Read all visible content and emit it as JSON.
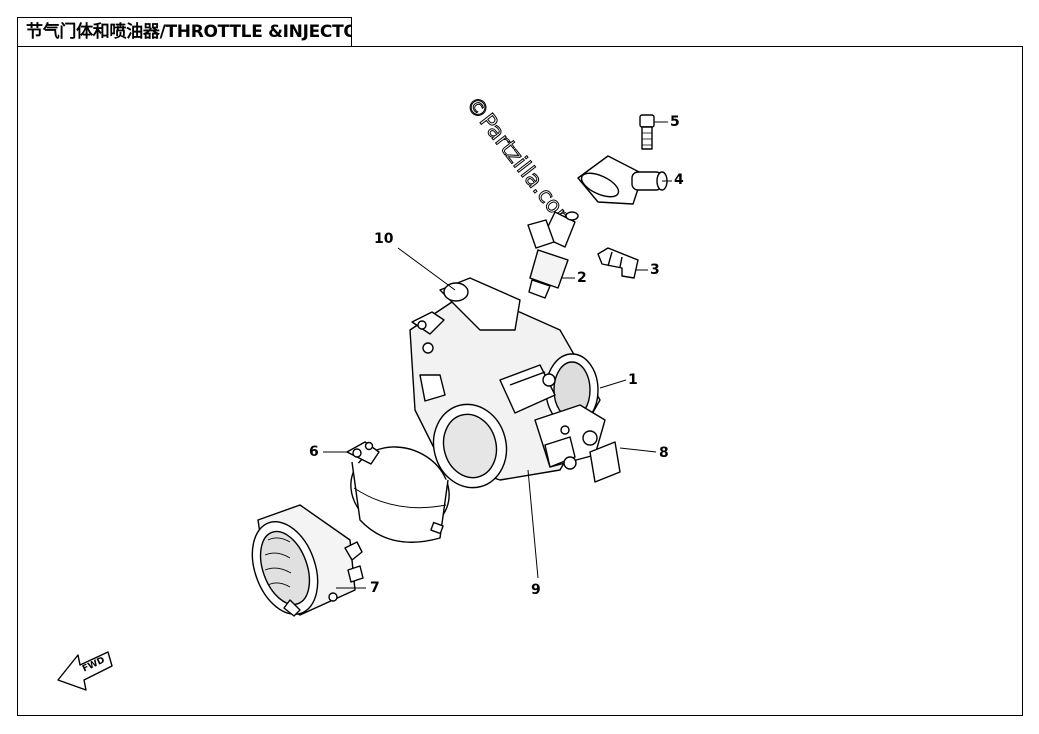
{
  "header": {
    "title": "节气门体和喷油器/THROTTLE &INJECTOR"
  },
  "watermark": {
    "text": "©Partzilla.com"
  },
  "callouts": [
    {
      "id": "1",
      "label": "1"
    },
    {
      "id": "2",
      "label": "2"
    },
    {
      "id": "3",
      "label": "3"
    },
    {
      "id": "4",
      "label": "4"
    },
    {
      "id": "5",
      "label": "5"
    },
    {
      "id": "6",
      "label": "6"
    },
    {
      "id": "7",
      "label": "7"
    },
    {
      "id": "8",
      "label": "8"
    },
    {
      "id": "9",
      "label": "9"
    },
    {
      "id": "10",
      "label": "10"
    }
  ],
  "direction_arrow": {
    "label": "FWD",
    "icon": "forward-arrow-icon"
  }
}
